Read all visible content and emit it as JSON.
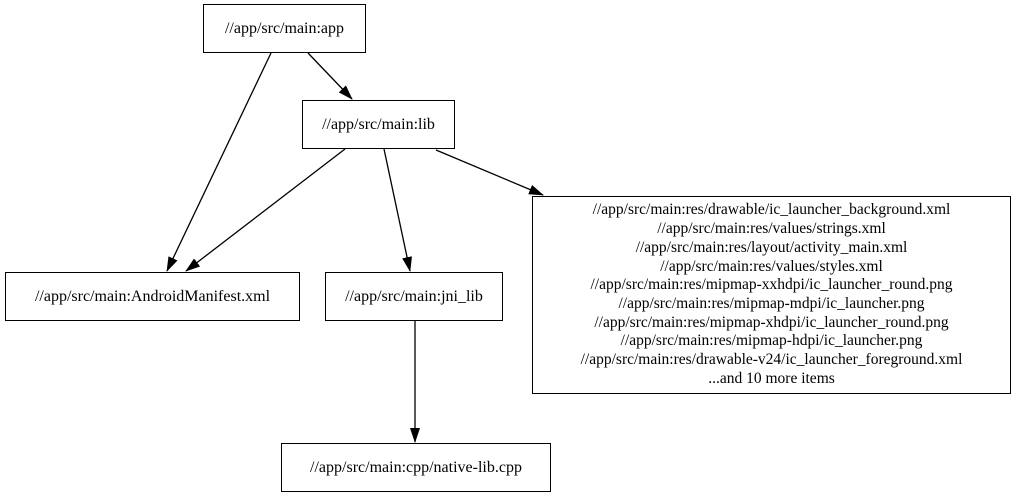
{
  "graph": {
    "background_color": "#ffffff",
    "node_border_color": "#000000",
    "edge_color": "#000000",
    "text_color": "#000000",
    "nodes": {
      "app": {
        "label": "//app/src/main:app"
      },
      "lib": {
        "label": "//app/src/main:lib"
      },
      "manifest": {
        "label": "//app/src/main:AndroidManifest.xml"
      },
      "jni_lib": {
        "label": "//app/src/main:jni_lib"
      },
      "native_lib": {
        "label": "//app/src/main:cpp/native-lib.cpp"
      },
      "resources": {
        "lines": [
          "//app/src/main:res/drawable/ic_launcher_background.xml",
          "//app/src/main:res/values/strings.xml",
          "//app/src/main:res/layout/activity_main.xml",
          "//app/src/main:res/values/styles.xml",
          "//app/src/main:res/mipmap-xxhdpi/ic_launcher_round.png",
          "//app/src/main:res/mipmap-mdpi/ic_launcher.png",
          "//app/src/main:res/mipmap-xhdpi/ic_launcher_round.png",
          "//app/src/main:res/mipmap-hdpi/ic_launcher.png",
          "//app/src/main:res/drawable-v24/ic_launcher_foreground.xml",
          "...and 10 more items"
        ]
      }
    },
    "edges": [
      {
        "from": "app",
        "to": "lib"
      },
      {
        "from": "app",
        "to": "manifest"
      },
      {
        "from": "lib",
        "to": "manifest"
      },
      {
        "from": "lib",
        "to": "jni_lib"
      },
      {
        "from": "lib",
        "to": "resources"
      },
      {
        "from": "jni_lib",
        "to": "native_lib"
      }
    ]
  }
}
